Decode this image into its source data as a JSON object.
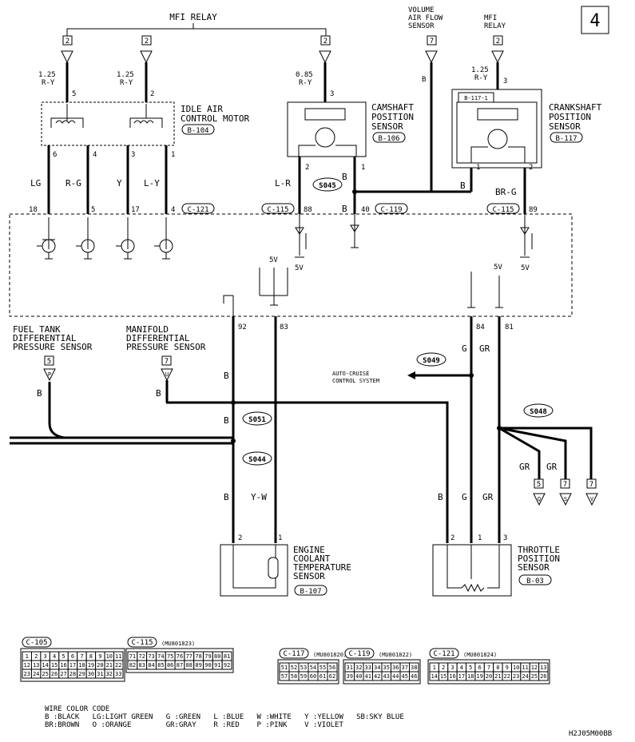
{
  "page_number": "4",
  "top_labels": {
    "mfi_relay": "MFI RELAY",
    "volume_air_flow": [
      "VOLUME",
      "AIR FLOW",
      "SENSOR"
    ],
    "mfi_relay_right": [
      "MFI",
      "RELAY"
    ]
  },
  "terminal_numbers": {
    "t1": "2",
    "t2": "2",
    "t3": "2",
    "t4": "7",
    "t5": "2"
  },
  "wire_specs": {
    "w1_size": "1.25",
    "w1_color": "R-Y",
    "w1_pin": "5",
    "w2_size": "1.25",
    "w2_color": "R-Y",
    "w2_pin": "2",
    "w3_size": "0.85",
    "w3_color": "R-Y",
    "w3_pin": "3",
    "w4_color": "B",
    "w5_size": "1.25",
    "w5_color": "R-Y",
    "w5_pin": "3"
  },
  "components": {
    "idle_air": {
      "name": [
        "IDLE AIR",
        "CONTROL MOTOR"
      ],
      "code": "B-104"
    },
    "camshaft": {
      "name": [
        "CAMSHAFT",
        "POSITION",
        "SENSOR"
      ],
      "code": "B-106"
    },
    "crankshaft": {
      "name": [
        "CRANKSHAFT",
        "POSITION",
        "SENSOR"
      ],
      "code": "B-117",
      "sub_code": "B-117-1"
    },
    "engine_coolant": {
      "name": [
        "ENGINE",
        "COOLANT",
        "TEMPERATURE",
        "SENSOR"
      ],
      "code": "B-107"
    },
    "throttle": {
      "name": [
        "THROTTLE",
        "POSITION",
        "SENSOR"
      ],
      "code": "B-03"
    },
    "fuel_tank": {
      "name": [
        "FUEL TANK",
        "DIFFERENTIAL",
        "PRESSURE SENSOR"
      ],
      "terminal": "5",
      "pin": "P",
      "wire": "B"
    },
    "manifold": {
      "name": [
        "MANIFOLD",
        "DIFFERENTIAL",
        "PRESSURE SENSOR"
      ],
      "terminal": "7",
      "pin": "U",
      "wire": "B"
    }
  },
  "idle_pins": {
    "p1": "6",
    "p2": "4",
    "p3": "3",
    "p4": "1"
  },
  "idle_wires": {
    "w1": "LG",
    "w2": "R-G",
    "w3": "Y",
    "w4": "L-Y"
  },
  "ecm_pins_top": {
    "p1": "18",
    "p2": "5",
    "p3": "17",
    "p4": "4",
    "p5": "88",
    "p6": "40",
    "p7": "89"
  },
  "connectors": {
    "c121": "C-121",
    "c115a": "C-115",
    "c119": "C-119",
    "c115b": "C-115"
  },
  "cam_pins": {
    "p2": "2",
    "p1": "1",
    "wire_lr": "L-R",
    "wire_b": "B",
    "wire_b2": "B"
  },
  "crank_pins": {
    "p1": "1",
    "p2": "2",
    "wire_b": "B",
    "wire_brg": "BR-G"
  },
  "splices": {
    "s045": "S045",
    "s049": "S049",
    "s051": "S051",
    "s044": "S044",
    "s048": "S048"
  },
  "voltages": {
    "v1": "5V",
    "v2": "5V",
    "v3": "5V",
    "v4": "5V",
    "v5": "5V"
  },
  "ecm_pins_bottom": {
    "p92": "92",
    "p83": "83",
    "p84": "84",
    "p81": "81"
  },
  "mid_wires": {
    "b1": "B",
    "b2": "B",
    "b3": "B",
    "yw": "Y-W",
    "b4": "B",
    "g1": "G",
    "gr1": "GR",
    "g2": "G",
    "b5": "B",
    "gr2": "GR",
    "gr3": "GR",
    "gr4": "GR"
  },
  "auto_cruise": [
    "AUTO-CRUISE",
    "CONTROL SYSTEM"
  ],
  "ect_pins": {
    "p2": "2",
    "p1": "1"
  },
  "tps_pins": {
    "p2": "2",
    "p1": "1",
    "p3": "3"
  },
  "gr_terminals": [
    {
      "num": "5",
      "pin": "Q"
    },
    {
      "num": "7",
      "pin": "S"
    },
    {
      "num": "7",
      "pin": "V"
    }
  ],
  "connector_views": [
    {
      "code": "C-105",
      "part": "",
      "row1": [
        "1",
        "2",
        "3",
        "4",
        "5",
        "6",
        "7",
        "8",
        "9",
        "10",
        "11"
      ],
      "row2": [
        "12",
        "13",
        "14",
        "15",
        "16",
        "17",
        "18",
        "19",
        "20",
        "21",
        "22"
      ],
      "row3": [
        "23",
        "24",
        "25",
        "26",
        "27",
        "28",
        "29",
        "30",
        "31",
        "32",
        "33"
      ]
    },
    {
      "code": "C-115",
      "part": "(MU801823)",
      "row1": [
        "71",
        "72",
        "73",
        "74",
        "75",
        "76",
        "77",
        "78",
        "79",
        "80",
        "81"
      ],
      "row2": [
        "82",
        "83",
        "84",
        "85",
        "86",
        "87",
        "88",
        "89",
        "90",
        "91",
        "92"
      ],
      "row3": []
    },
    {
      "code": "C-117",
      "part": "(MU801820)",
      "row1": [
        "51",
        "52",
        "53",
        "54",
        "55",
        "56"
      ],
      "row2": [
        "57",
        "58",
        "59",
        "60",
        "61",
        "62"
      ],
      "row3": []
    },
    {
      "code": "C-119",
      "part": "(MU801822)",
      "row1": [
        "31",
        "32",
        "33",
        "34",
        "35",
        "36",
        "37",
        "38"
      ],
      "row2": [
        "39",
        "40",
        "41",
        "42",
        "43",
        "44",
        "45",
        "46"
      ],
      "row3": []
    },
    {
      "code": "C-121",
      "part": "(MU801824)",
      "row1": [
        "1",
        "2",
        "3",
        "4",
        "5",
        "6",
        "7",
        "8",
        "9",
        "10",
        "11",
        "12",
        "13"
      ],
      "row2": [
        "14",
        "15",
        "16",
        "17",
        "18",
        "19",
        "20",
        "21",
        "22",
        "23",
        "24",
        "25",
        "26"
      ],
      "row3": []
    }
  ],
  "legend": {
    "title": "WIRE COLOR CODE",
    "line1": "B :BLACK   LG:LIGHT GREEN   G :GREEN   L :BLUE   W :WHITE   Y :YELLOW   SB:SKY BLUE",
    "line2": "BR:BROWN   O :ORANGE        GR:GRAY    R :RED    P :PINK    V :VIOLET"
  },
  "doc_code": "H2J05M00BB"
}
